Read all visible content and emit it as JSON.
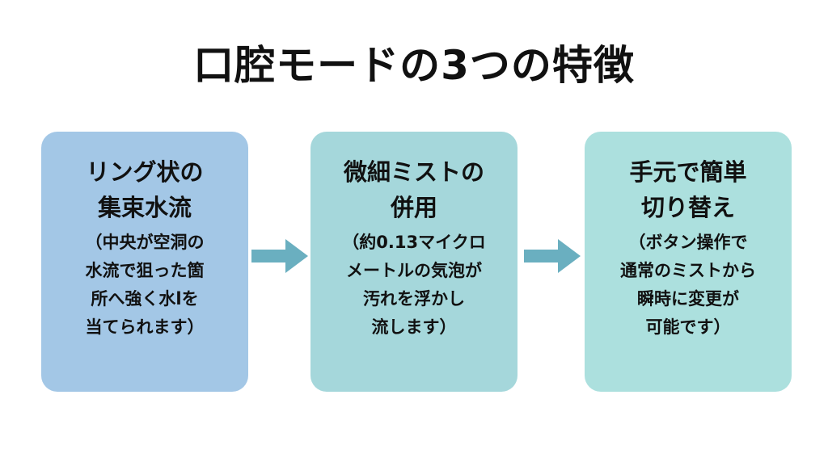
{
  "title": "口腔モードの3つの特徴",
  "colors": {
    "card_1": "#a3c7e6",
    "card_2": "#a5d7db",
    "card_3": "#ace0de",
    "arrow": "#6aafc0"
  },
  "cards": [
    {
      "heading": [
        "リング状の",
        "集束水流"
      ],
      "detail": [
        "（中央が空洞の",
        "水流で狙った箇",
        "所へ強く水lを",
        "当てられます）"
      ]
    },
    {
      "heading": [
        "微細ミストの",
        "併用"
      ],
      "detail": [
        "（約0.13マイクロ",
        "メートルの気泡が",
        "汚れを浮かし",
        "流します）"
      ]
    },
    {
      "heading": [
        "手元で簡単",
        "切り替え"
      ],
      "detail": [
        "（ボタン操作で",
        "通常のミストから",
        "瞬時に変更が",
        "可能です）"
      ]
    }
  ]
}
